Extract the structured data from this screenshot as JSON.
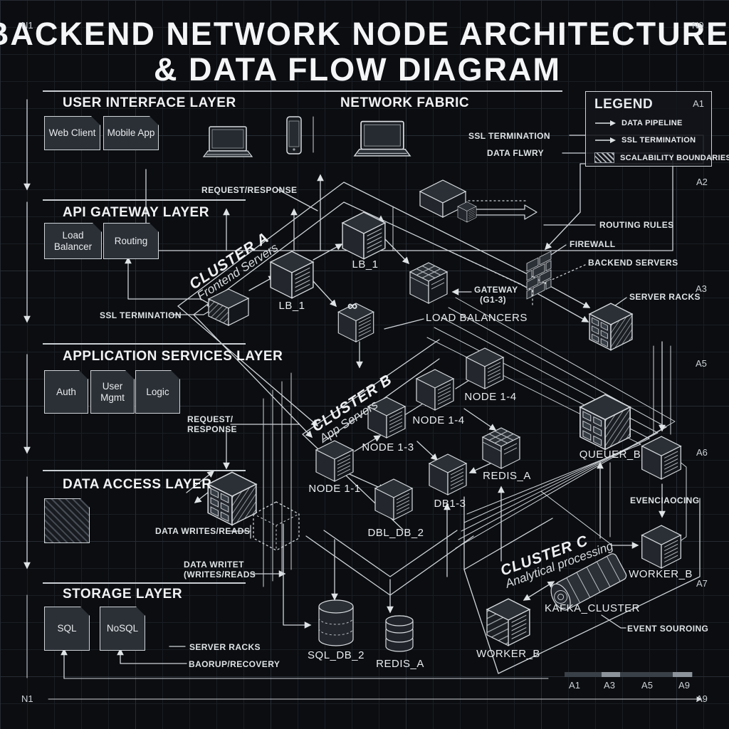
{
  "title": {
    "line1": "BACKEND NETWORK NODE ARCHITECTURE",
    "line2": "& DATA FLOW DIAGRAM"
  },
  "markers": {
    "n1_top": "N1",
    "n9": "N9",
    "a1": "A1",
    "a2": "A2",
    "a3": "A3",
    "a5": "A5",
    "a6": "A6",
    "a7": "A7",
    "a9": "A9",
    "n1_bottom": "N1",
    "scale": [
      "A1",
      "A3",
      "A5",
      "A9"
    ]
  },
  "layers": [
    {
      "title": "USER INTERFACE LAYER",
      "chips": [
        "Web Client",
        "Mobile App"
      ]
    },
    {
      "title": "API GATEWAY LAYER",
      "chips": [
        "Load Balancer",
        "Routing"
      ]
    },
    {
      "title": "APPLICATION SERVICES LAYER",
      "chips": [
        "Auth",
        "User Mgmt",
        "Logic"
      ]
    },
    {
      "title": "DATA ACCESS LAYER",
      "chips": []
    },
    {
      "title": "STORAGE LAYER",
      "chips": [
        "SQL",
        "NoSQL"
      ]
    }
  ],
  "fabric_title": "NETWORK FABRIC",
  "legend": {
    "title": "LEGEND",
    "corner": "A1",
    "items": [
      "DATA PIPELINE",
      "SSL TERMINATION",
      "SCALABILITY BOUNDARIES"
    ]
  },
  "clusters": {
    "a": {
      "name": "CLUSTER A",
      "sub": "Frontend Servers"
    },
    "b": {
      "name": "CLUSTER B",
      "sub": "App Servers"
    },
    "c": {
      "name": "CLUSTER C",
      "sub": "Analytical processing"
    }
  },
  "nodes": {
    "lb_a": "LB_1",
    "lb_b": "LB_1",
    "gateway_l1": "GATEWAY",
    "gateway_l2": "(G1-3)",
    "node11": "NODE 1-1",
    "node13": "NODE 1-3",
    "node14": "NODE 1-4",
    "node14b": "NODE 1-4",
    "redis_b": "REDIS_A",
    "db13": "DB1-3",
    "dbl_db2": "DBL_DB_2",
    "queuer": "QUEUER_B",
    "worker_r": "WORKER_B",
    "worker_l": "WORKER_B",
    "kafka": "KAFKA_CLUSTER",
    "sql_db2": "SQL_DB_2",
    "redis_bottom": "REDIS_A"
  },
  "callouts": {
    "request_response": "REQUEST/RESPONSE",
    "ssl_top": "SSL TERMINATION",
    "data_flwry": "DATA FLWRY",
    "routing_rules": "ROUTING RULES",
    "firewall": "FIREWALL",
    "backend_servers": "BACKEND SERVERS",
    "server_racks_right": "SERVER RACKS",
    "ssl_left": "SSL TERMINATION",
    "req_l1": "REQUEST/",
    "req_l2": "RESPONSE",
    "load_balancers": "LOAD BALANCERS",
    "data_writes": "DATA WRITES/READS",
    "data_writet_l1": "DATA WRITET",
    "data_writet_l2": "(WRITES/READS",
    "server_racks_bottom": "SERVER RACKS",
    "backup": "BAORUP/RECOVERY",
    "event_mid": "EVENCIAOCING",
    "event_bottom": "EVENT SOUROING"
  },
  "icons": {
    "infinity": "∞"
  },
  "colors": {
    "bg": "#0b0d10",
    "line": "#cfd4d9",
    "panel": "#2b3036",
    "text": "#e8ebee"
  }
}
